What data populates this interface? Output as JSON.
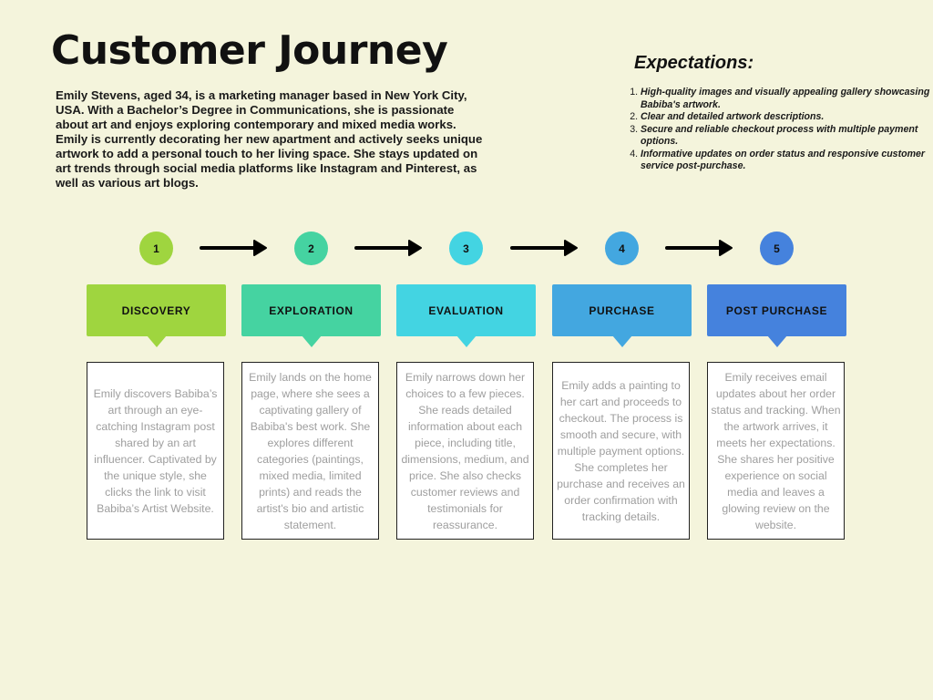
{
  "title": "Customer Journey",
  "persona": "Emily Stevens, aged 34, is a marketing manager based in New York City, USA. With a Bachelor’s Degree in Communications, she is passionate about art and enjoys exploring contemporary and mixed media works. Emily is currently decorating her new apartment and actively seeks unique artwork to add a personal touch to her living space. She stays updated on art trends through social media platforms like Instagram and Pinterest, as well as various art blogs.",
  "expectations": {
    "title": "Expectations:",
    "items": [
      "High-quality images and visually appealing gallery showcasing Babiba's artwork.",
      "Clear and detailed artwork descriptions.",
      "Secure and reliable checkout process with multiple payment options.",
      "Informative updates on order status and responsive customer service post-purchase."
    ]
  },
  "stages": [
    {
      "number": "1",
      "label": "DISCOVERY",
      "color": "#9fd53f",
      "description": "Emily discovers Babiba’s art through an eye-catching Instagram post shared by an art influencer. Captivated by the unique style, she clicks the link to visit Babiba’s Artist Website."
    },
    {
      "number": "2",
      "label": "EXPLORATION",
      "color": "#45d3a1",
      "description": "Emily lands on the home page, where she sees a captivating gallery of Babiba's best work. She explores different categories (paintings, mixed media, limited prints) and reads the artist's bio and artistic statement."
    },
    {
      "number": "3",
      "label": "EVALUATION",
      "color": "#43d4e2",
      "description": "Emily narrows down her choices to a few pieces. She reads detailed information about each piece, including title, dimensions, medium, and price. She also checks customer reviews and testimonials for reassurance."
    },
    {
      "number": "4",
      "label": "PURCHASE",
      "color": "#43a7e0",
      "description": "Emily adds a painting to her cart and proceeds to checkout. The process is smooth and secure, with multiple payment options. She completes her purchase and receives an order confirmation with tracking details."
    },
    {
      "number": "5",
      "label": "POST PURCHASE",
      "color": "#4582dd",
      "description": "Emily receives email updates about her order status and tracking. When the artwork arrives, it meets her expectations. She shares her positive experience on social media and leaves a glowing review on the website."
    }
  ]
}
